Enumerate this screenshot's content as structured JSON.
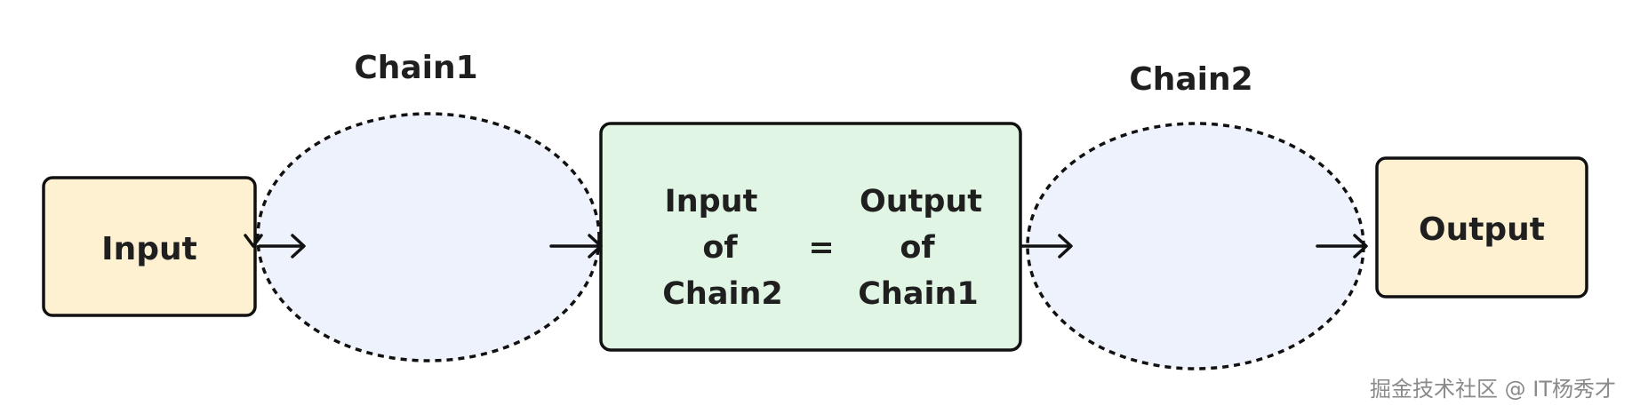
{
  "diagram": {
    "input_box": {
      "label": "Input"
    },
    "chain1": {
      "label": "Chain1"
    },
    "chain2": {
      "label": "Chain2"
    },
    "middle_box": {
      "left_lines": [
        "Input",
        "of",
        "Chain2"
      ],
      "equals": "=",
      "right_lines": [
        "Output",
        "of",
        "Chain1"
      ]
    },
    "output_box": {
      "label": "Output"
    },
    "watermark": "掘金技术社区 @ IT杨秀才"
  },
  "colors": {
    "io_fill": "#fdf1d2",
    "middle_fill": "#e0f5e3",
    "chain_fill": "#eef2fc",
    "stroke": "#111111"
  }
}
